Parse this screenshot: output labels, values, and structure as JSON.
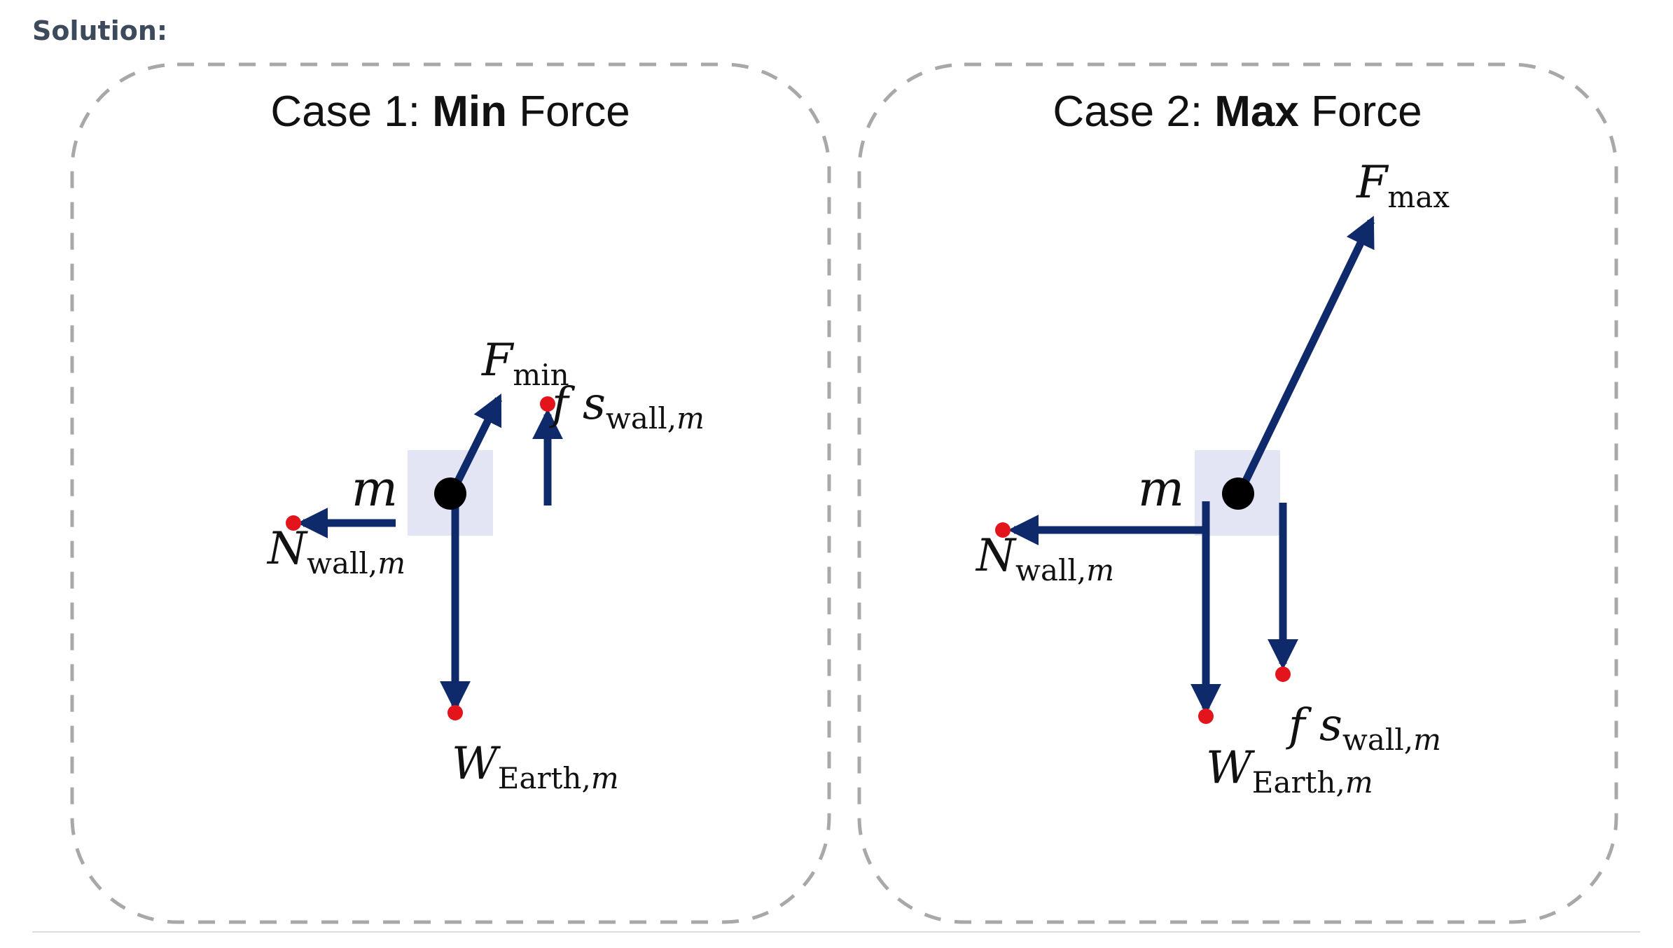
{
  "header": {
    "solution_label": "Solution:"
  },
  "colors": {
    "arrow": "#0f2a6b",
    "dot": "#e3141c",
    "mass_center": "#000000",
    "mass_box": "#e3e5f5",
    "dashed_border": "#a8a8a8"
  },
  "case1": {
    "title_prefix": "Case 1: ",
    "title_bold": "Min",
    "title_suffix": " Force",
    "mass": "m",
    "forces": {
      "applied": {
        "main": "F",
        "sub": "min"
      },
      "friction": {
        "main": "f s",
        "sub": "wall,",
        "sub_italic": "m"
      },
      "normal": {
        "main": "N",
        "sub": "wall,",
        "sub_italic": "m"
      },
      "weight": {
        "main": "W",
        "sub": "Earth,",
        "sub_italic": "m"
      }
    }
  },
  "case2": {
    "title_prefix": "Case 2: ",
    "title_bold": "Max",
    "title_suffix": " Force",
    "mass": "m",
    "forces": {
      "applied": {
        "main": "F",
        "sub": "max"
      },
      "friction": {
        "main": "f s",
        "sub": "wall,",
        "sub_italic": "m"
      },
      "normal": {
        "main": "N",
        "sub": "wall,",
        "sub_italic": "m"
      },
      "weight": {
        "main": "W",
        "sub": "Earth,",
        "sub_italic": "m"
      }
    }
  }
}
